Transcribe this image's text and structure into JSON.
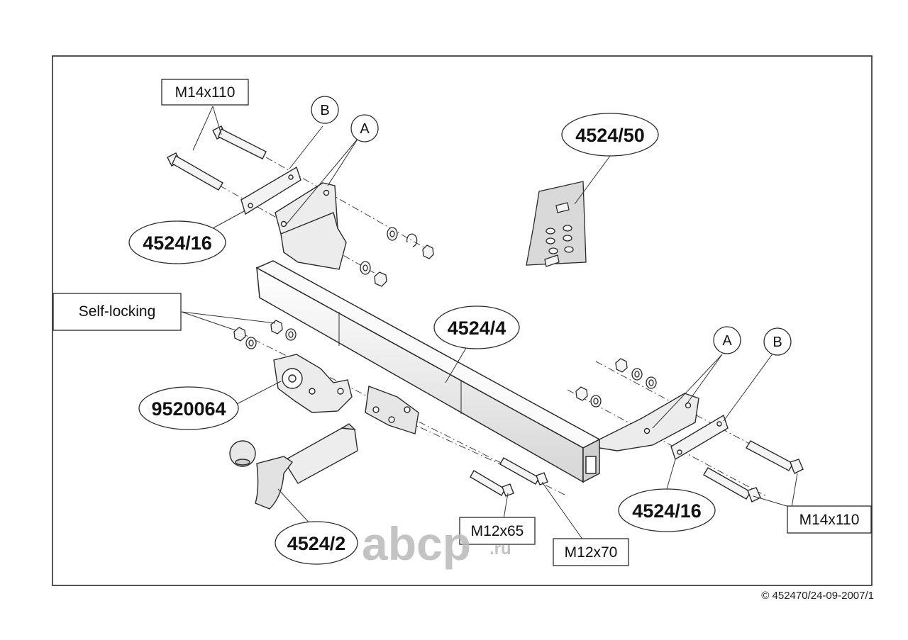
{
  "labels": {
    "bolt_m14_top": "M14x110",
    "bolt_m14_right": "M14x110",
    "bolt_m12x65": "M12x65",
    "bolt_m12x70": "M12x70",
    "self_locking": "Self-locking",
    "part_4524_16_left": "4524/16",
    "part_4524_16_right": "4524/16",
    "part_4524_50": "4524/50",
    "part_4524_4": "4524/4",
    "part_9520064": "9520064",
    "part_4524_2": "4524/2",
    "callout_a_left": "A",
    "callout_b_left": "B",
    "callout_a_right": "A",
    "callout_b_right": "B",
    "watermark_main": "abcp",
    "watermark_suffix": ".ru"
  },
  "footer": {
    "copyright_symbol": "©",
    "code": "452470/24-09-2007/1"
  },
  "colors": {
    "line": "#2b2b2b",
    "part_fill": "#f2f2f2",
    "part_shade": "#d8d8d8",
    "watermark": "#b9b9b9"
  }
}
